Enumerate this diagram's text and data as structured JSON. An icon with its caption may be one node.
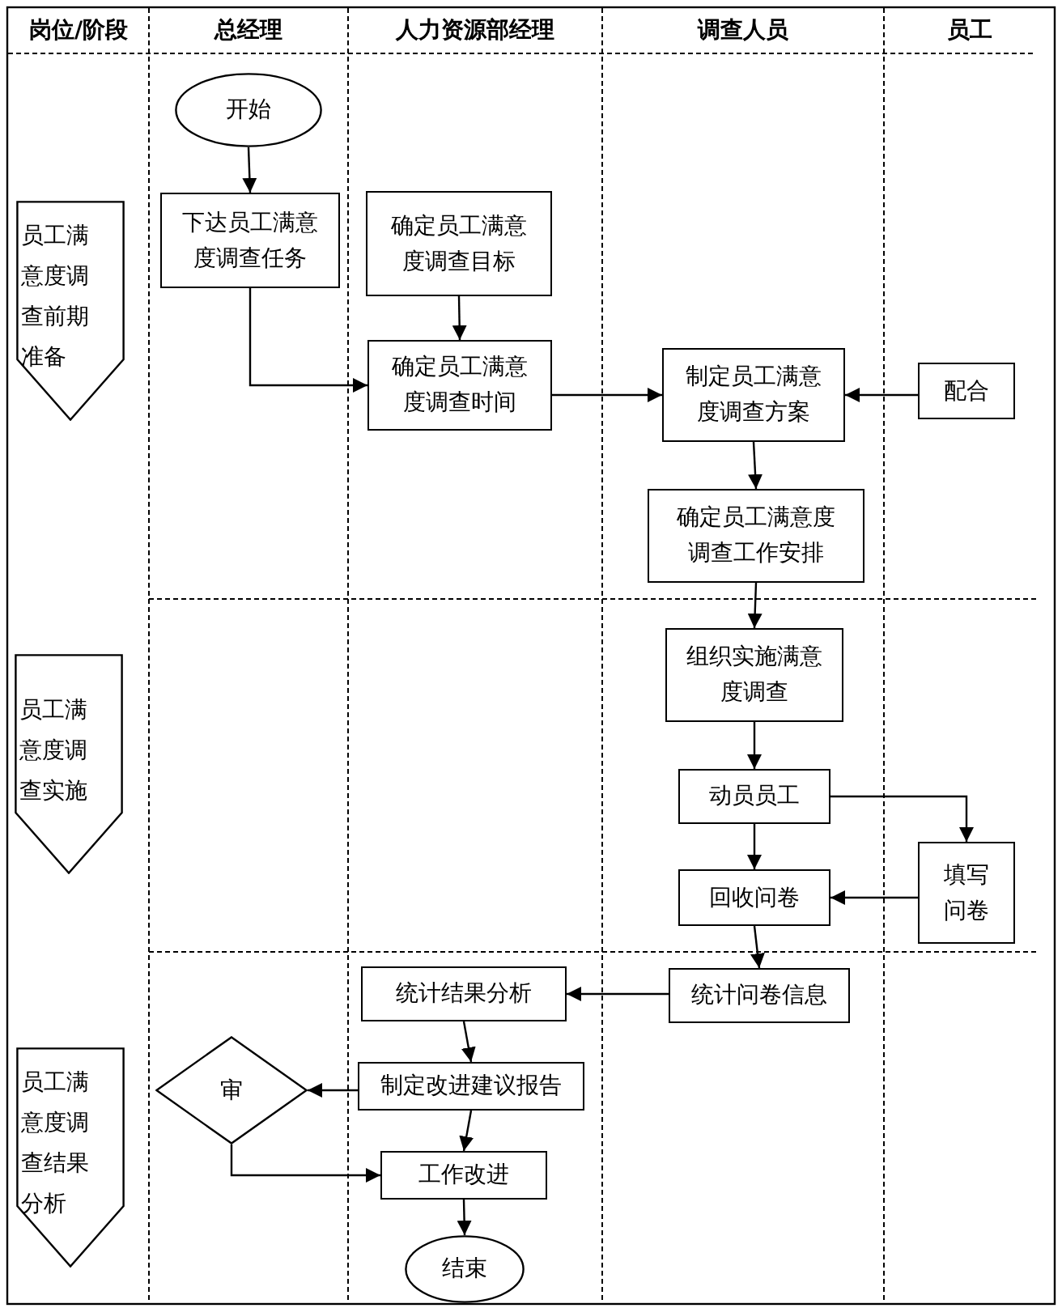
{
  "diagram": {
    "nodes": [
      {
        "text": [
          "开始"
        ]
      },
      {
        "text": [
          "下达员工满意度调查任务"
        ]
      },
      {
        "text": [
          "确定员工满意度调查目标"
        ]
      },
      {
        "text": [
          "确定员工满意度调查时间"
        ]
      },
      {
        "text": [
          "制定员工满意度调查方案"
        ]
      },
      {
        "text": [
          "配合"
        ]
      },
      {
        "text": [
          "确定员工满意度调查工作安排"
        ]
      },
      {
        "text": [
          "组织实施满意度调查"
        ]
      },
      {
        "text": [
          "动员员工"
        ]
      },
      {
        "text": [
          "填写问卷"
        ]
      },
      {
        "text": [
          "回收问卷"
        ]
      },
      {
        "text": [
          "统计问卷信息"
        ]
      },
      {
        "text": [
          "统计结果分析"
        ]
      },
      {
        "text": [
          "制定改进建议报告"
        ]
      },
      {
        "text": [
          "审"
        ]
      },
      {
        "text": [
          "工作改进"
        ]
      },
      {
        "text": [
          "结束"
        ]
      },
      {
        "text": [
          "员工满意度调查前期准备"
        ]
      },
      {
        "text": [
          "员工满意度调查实施"
        ]
      },
      {
        "text": [
          "员工满意度调查结果分析"
        ]
      }
    ],
    "edges": [
      {
        "from": 0,
        "to": 1,
        "arrow": "to"
      },
      {
        "from": 2,
        "to": 3,
        "arrow": "to"
      },
      {
        "from": 1,
        "to": 3,
        "arrow": "to"
      },
      {
        "from": 3,
        "to": 4,
        "arrow": "to"
      },
      {
        "from": 5,
        "to": 4,
        "arrow": "to"
      },
      {
        "from": 4,
        "to": 6,
        "arrow": "to"
      },
      {
        "from": 6,
        "to": 7,
        "arrow": "to"
      },
      {
        "from": 7,
        "to": 8,
        "arrow": "to"
      },
      {
        "from": 8,
        "to": 9,
        "arrow": "to"
      },
      {
        "from": 8,
        "to": 10,
        "arrow": "to"
      },
      {
        "from": 9,
        "to": 10,
        "arrow": "to"
      },
      {
        "from": 10,
        "to": 11,
        "arrow": "to"
      },
      {
        "from": 11,
        "to": 12,
        "arrow": "to"
      },
      {
        "from": 12,
        "to": 13,
        "arrow": "to"
      },
      {
        "from": 13,
        "to": 14,
        "arrow": "to"
      },
      {
        "from": 14,
        "to": 15,
        "arrow": "to"
      },
      {
        "from": 13,
        "to": 15,
        "arrow": "to"
      },
      {
        "from": 15,
        "to": 16,
        "arrow": "to"
      }
    ],
    "labels": [
      "岗位/阶段",
      "总经理",
      "人力资源部经理",
      "调查人员",
      "员工"
    ]
  }
}
